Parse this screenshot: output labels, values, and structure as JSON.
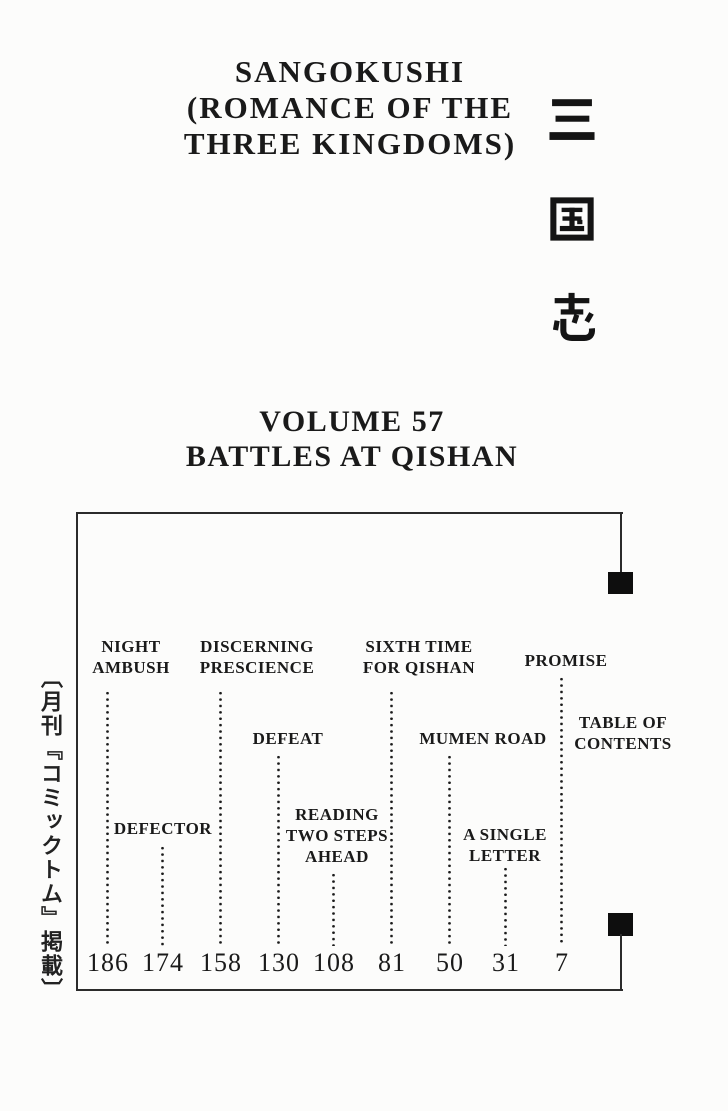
{
  "header": {
    "title_lines": [
      "SANGOKUSHI",
      "(ROMANCE OF THE",
      "THREE KINGDOMS)"
    ],
    "title_jp": "三国志",
    "volume_lines": [
      "VOLUME 57",
      "BATTLES AT QISHAN"
    ]
  },
  "side_note": {
    "text": "〔月刊『コミックトム』掲載〕"
  },
  "toc": {
    "heading_lines": [
      "TABLE OF",
      "CONTENTS"
    ],
    "entries": [
      {
        "title": "NIGHT AMBUSH",
        "lines": [
          "NIGHT",
          "AMBUSH"
        ],
        "page": "186"
      },
      {
        "title": "DEFECTOR",
        "lines": [
          "DEFECTOR"
        ],
        "page": "174"
      },
      {
        "title": "DISCERNING PRESCIENCE",
        "lines": [
          "DISCERNING",
          "PRESCIENCE"
        ],
        "page": "158"
      },
      {
        "title": "DEFEAT",
        "lines": [
          "DEFEAT"
        ],
        "page": "130"
      },
      {
        "title": "READING TWO STEPS AHEAD",
        "lines": [
          "READING",
          "TWO STEPS",
          "AHEAD"
        ],
        "page": "108"
      },
      {
        "title": "SIXTH TIME FOR QISHAN",
        "lines": [
          "SIXTH TIME",
          "FOR QISHAN"
        ],
        "page": "81"
      },
      {
        "title": "MUMEN ROAD",
        "lines": [
          "MUMEN ROAD"
        ],
        "page": "50"
      },
      {
        "title": "A SINGLE LETTER",
        "lines": [
          "A SINGLE",
          "LETTER"
        ],
        "page": "31"
      },
      {
        "title": "PROMISE",
        "lines": [
          "PROMISE"
        ],
        "page": "7"
      }
    ]
  },
  "colors": {
    "ink": "#1a1a1a",
    "paper": "#fcfcfb",
    "frame": "#2b2b2b"
  }
}
